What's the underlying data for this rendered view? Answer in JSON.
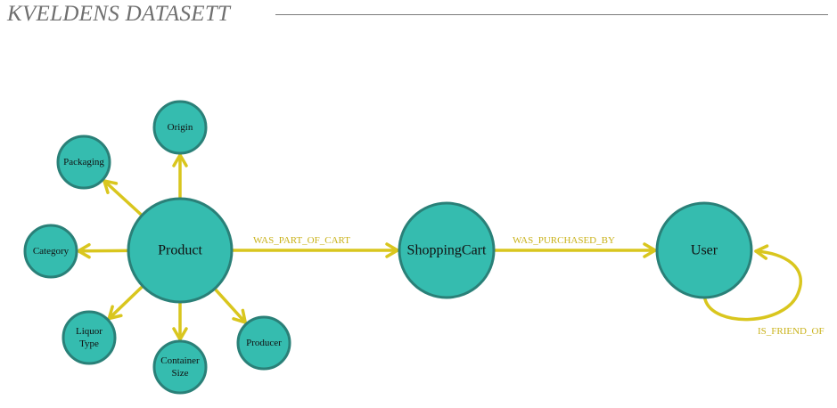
{
  "header": {
    "title": "KVELDENS DATASETT"
  },
  "colors": {
    "node_fill": "#35bcaf",
    "node_stroke": "#2a8078",
    "edge": "#d9c61e",
    "edge_label": "#c9b21a"
  },
  "diagram": {
    "nodes": {
      "product": {
        "label": [
          "Product"
        ]
      },
      "origin": {
        "label": [
          "Origin"
        ]
      },
      "packaging": {
        "label": [
          "Packaging"
        ]
      },
      "category": {
        "label": [
          "Category"
        ]
      },
      "liquor_type": {
        "label": [
          "Liquor",
          "Type"
        ]
      },
      "container_size": {
        "label": [
          "Container",
          "Size"
        ]
      },
      "producer": {
        "label": [
          "Producer"
        ]
      },
      "shopping_cart": {
        "label": [
          "ShoppingCart"
        ]
      },
      "user": {
        "label": [
          "User"
        ]
      }
    },
    "edges": {
      "was_part_of_cart": "WAS_PART_OF_CART",
      "was_purchased_by": "WAS_PURCHASED_BY",
      "is_friend_of": "IS_FRIEND_OF"
    }
  }
}
